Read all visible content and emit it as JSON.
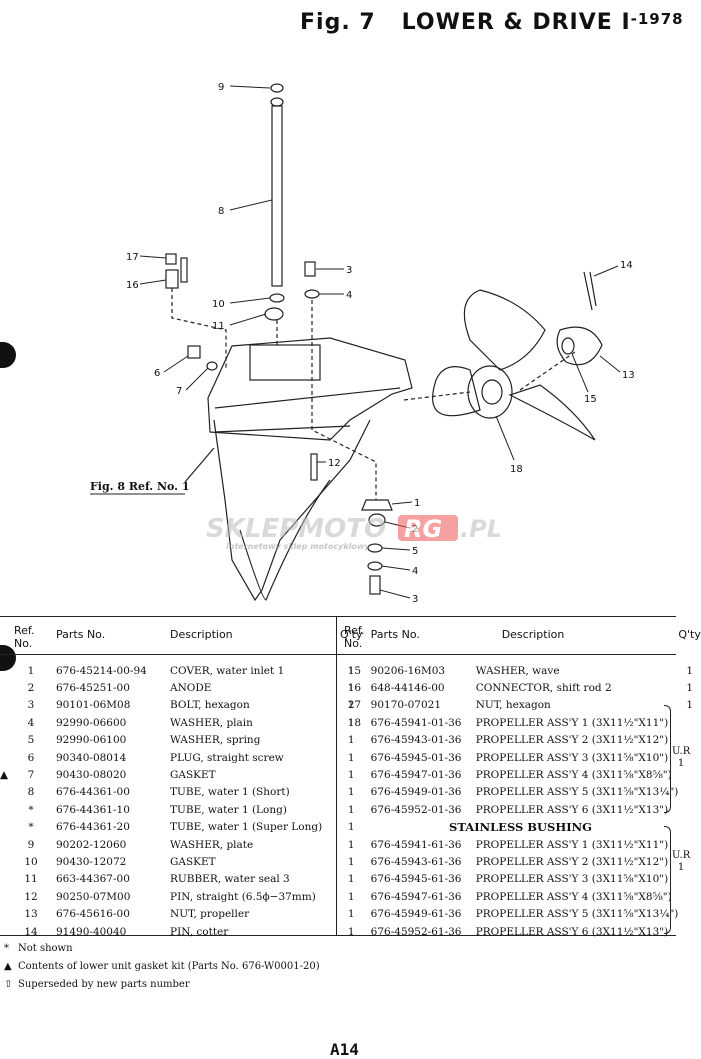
{
  "header": {
    "figure": "Fig. 7",
    "title": "LOWER & DRIVE",
    "roman": "I",
    "year": "-1978"
  },
  "diagram": {
    "callout_cross_ref": "Fig. 8 Ref. No. 1",
    "watermark_brand": "SKLEPMOTO",
    "watermark_brand2": "RG",
    "watermark_tld": ".PL",
    "watermark_tagline": "internetowy sklep motocyklowy",
    "callouts": [
      "9",
      "8",
      "17",
      "16",
      "10",
      "11",
      "3",
      "4",
      "6",
      "7",
      "12",
      "1",
      "2",
      "5",
      "4",
      "3",
      "14",
      "13",
      "15",
      "18"
    ]
  },
  "table": {
    "headers": {
      "ref_no": "Ref. No.",
      "parts_no": "Parts No.",
      "description": "Description",
      "qty": "Q'ty"
    },
    "left_rows": [
      {
        "mark": "",
        "ref": "1",
        "part": "676-45214-00-94",
        "desc": "COVER, water inlet 1",
        "qty": "1"
      },
      {
        "mark": "",
        "ref": "2",
        "part": "676-45251-00",
        "desc": "ANODE",
        "qty": "1"
      },
      {
        "mark": "",
        "ref": "3",
        "part": "90101-06M08",
        "desc": "BOLT, hexagon",
        "qty": "2"
      },
      {
        "mark": "",
        "ref": "4",
        "part": "92990-06600",
        "desc": "WASHER, plain",
        "qty": "1"
      },
      {
        "mark": "",
        "ref": "5",
        "part": "92990-06100",
        "desc": "WASHER, spring",
        "qty": "1"
      },
      {
        "mark": "",
        "ref": "6",
        "part": "90340-08014",
        "desc": "PLUG, straight screw",
        "qty": "1"
      },
      {
        "mark": "▲",
        "ref": "7",
        "part": "90430-08020",
        "desc": "GASKET",
        "qty": "1"
      },
      {
        "mark": "",
        "ref": "8",
        "part": "676-44361-00",
        "desc": "TUBE, water 1 (Short)",
        "qty": "1"
      },
      {
        "mark": "",
        "ref": "*",
        "part": "676-44361-10",
        "desc": "TUBE, water 1 (Long)",
        "qty": "1"
      },
      {
        "mark": "",
        "ref": "*",
        "part": "676-44361-20",
        "desc": "TUBE, water 1 (Super Long)",
        "qty": "1"
      },
      {
        "mark": "",
        "ref": "9",
        "part": "90202-12060",
        "desc": "WASHER, plate",
        "qty": "1"
      },
      {
        "mark": "",
        "ref": "10",
        "part": "90430-12072",
        "desc": "GASKET",
        "qty": "1"
      },
      {
        "mark": "",
        "ref": "11",
        "part": "663-44367-00",
        "desc": "RUBBER, water seal 3",
        "qty": "1"
      },
      {
        "mark": "",
        "ref": "12",
        "part": "90250-07M00",
        "desc": "PIN, straight (6.5ϕ−37mm)",
        "qty": "1"
      },
      {
        "mark": "",
        "ref": "13",
        "part": "676-45616-00",
        "desc": "NUT, propeller",
        "qty": "1"
      },
      {
        "mark": "",
        "ref": "14",
        "part": "91490-40040",
        "desc": "PIN, cotter",
        "qty": "1"
      }
    ],
    "right_rows_top": [
      {
        "ref": "15",
        "part": "90206-16M03",
        "desc": "WASHER, wave",
        "qty": "1"
      },
      {
        "ref": "16",
        "part": "648-44146-00",
        "desc": "CONNECTOR, shift rod 2",
        "qty": "1"
      },
      {
        "ref": "17",
        "part": "90170-07021",
        "desc": "NUT, hexagon",
        "qty": "1"
      },
      {
        "ref": "18",
        "part": "676-45941-01-36",
        "desc": "PROPELLER ASS'Y 1 (3X11½\"X11\")",
        "qty": ""
      },
      {
        "ref": "",
        "part": "676-45943-01-36",
        "desc": "PROPELLER ASS'Y 2 (3X11½\"X12\")",
        "qty": ""
      },
      {
        "ref": "",
        "part": "676-45945-01-36",
        "desc": "PROPELLER ASS'Y 3 (3X11⅝\"X10\")",
        "qty": ""
      },
      {
        "ref": "",
        "part": "676-45947-01-36",
        "desc": "PROPELLER ASS'Y 4 (3X11⅝\"X8⅝\")",
        "qty": ""
      },
      {
        "ref": "",
        "part": "676-45949-01-36",
        "desc": "PROPELLER ASS'Y 5 (3X11⅝\"X13¼\")",
        "qty": ""
      },
      {
        "ref": "",
        "part": "676-45952-01-36",
        "desc": "PROPELLER ASS'Y 6 (3X11½\"X13\")",
        "qty": ""
      }
    ],
    "section_heading": "STAINLESS BUSHING",
    "right_rows_bottom": [
      {
        "ref": "",
        "part": "676-45941-61-36",
        "desc": "PROPELLER ASS'Y 1 (3X11½\"X11\")",
        "qty": ""
      },
      {
        "ref": "",
        "part": "676-45943-61-36",
        "desc": "PROPELLER ASS'Y 2 (3X11½\"X12\")",
        "qty": ""
      },
      {
        "ref": "",
        "part": "676-45945-61-36",
        "desc": "PROPELLER ASS'Y 3 (3X11⅝\"X10\")",
        "qty": ""
      },
      {
        "ref": "",
        "part": "676-45947-61-36",
        "desc": "PROPELLER ASS'Y 4 (3X11⅝\"X8⅝\")",
        "qty": ""
      },
      {
        "ref": "",
        "part": "676-45949-61-36",
        "desc": "PROPELLER ASS'Y 5 (3X11⅝\"X13¼\")",
        "qty": ""
      },
      {
        "ref": "",
        "part": "676-45952-61-36",
        "desc": "PROPELLER ASS'Y 6 (3X11½\"X13\")",
        "qty": ""
      }
    ],
    "ur_label": "U.R",
    "ur_qty": "1"
  },
  "notes": [
    {
      "symbol": "*",
      "text": "Not shown"
    },
    {
      "symbol": "▲",
      "text": "Contents of lower unit gasket kit (Parts No. 676-W0001-20)"
    },
    {
      "symbol": "⇧",
      "text": "Superseded by new parts number"
    }
  ],
  "page_number": "A14"
}
